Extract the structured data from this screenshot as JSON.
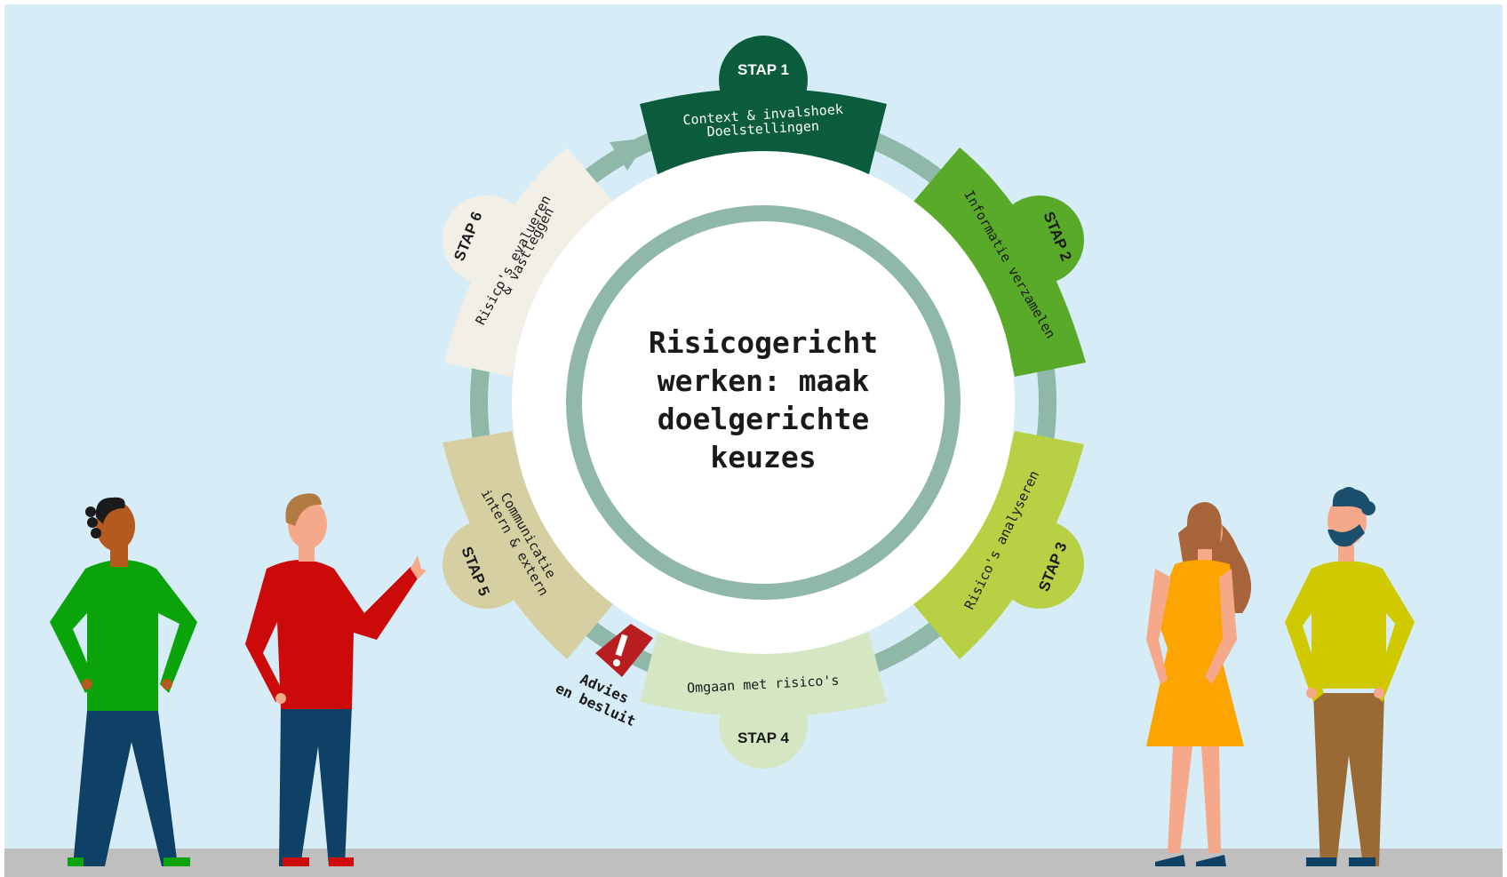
{
  "center": {
    "title_lines": [
      "Risicogericht",
      "werken: maak",
      "doelgerichte",
      "keuzes"
    ]
  },
  "steps": [
    {
      "label": "STAP 1",
      "lines": [
        "Context & invalshoek",
        "Doelstellingen"
      ],
      "color": "#0a5c3c",
      "text_color": "#ffffff"
    },
    {
      "label": "STAP 2",
      "lines": [
        "Informatie verzamelen"
      ],
      "color": "#5aaa2a",
      "text_color": "#1a1a1a"
    },
    {
      "label": "STAP 3",
      "lines": [
        "Risico's analyseren"
      ],
      "color": "#b8d044",
      "text_color": "#1a1a1a"
    },
    {
      "label": "STAP 4",
      "lines": [
        "Omgaan met risico's"
      ],
      "color": "#d5e6c2",
      "text_color": "#1a1a1a"
    },
    {
      "label": "STAP 5",
      "lines": [
        "Communicatie",
        "intern & extern"
      ],
      "color": "#d6cfa2",
      "text_color": "#1a1a1a"
    },
    {
      "label": "STAP 6",
      "lines": [
        "Risico's evalueren",
        "& vastleggen"
      ],
      "color": "#f2efe7",
      "text_color": "#1a1a1a"
    }
  ],
  "advies": {
    "lines": [
      "Advies",
      "en besluit"
    ],
    "icon": "exclamation-flag-icon",
    "color": "#b81e20"
  },
  "colors": {
    "background": "#d6edf7",
    "floor": "#bfbfbf",
    "ring": "#8fb8a8"
  },
  "people": [
    {
      "name": "person-green",
      "shirt": "#0aa40a",
      "pants": "#0f4066"
    },
    {
      "name": "person-red",
      "shirt": "#cc0a0a",
      "pants": "#0f4066"
    },
    {
      "name": "person-orange-dress",
      "dress": "#fca500"
    },
    {
      "name": "person-yellow",
      "shirt": "#d1c900",
      "pants": "#9a6a34"
    }
  ]
}
